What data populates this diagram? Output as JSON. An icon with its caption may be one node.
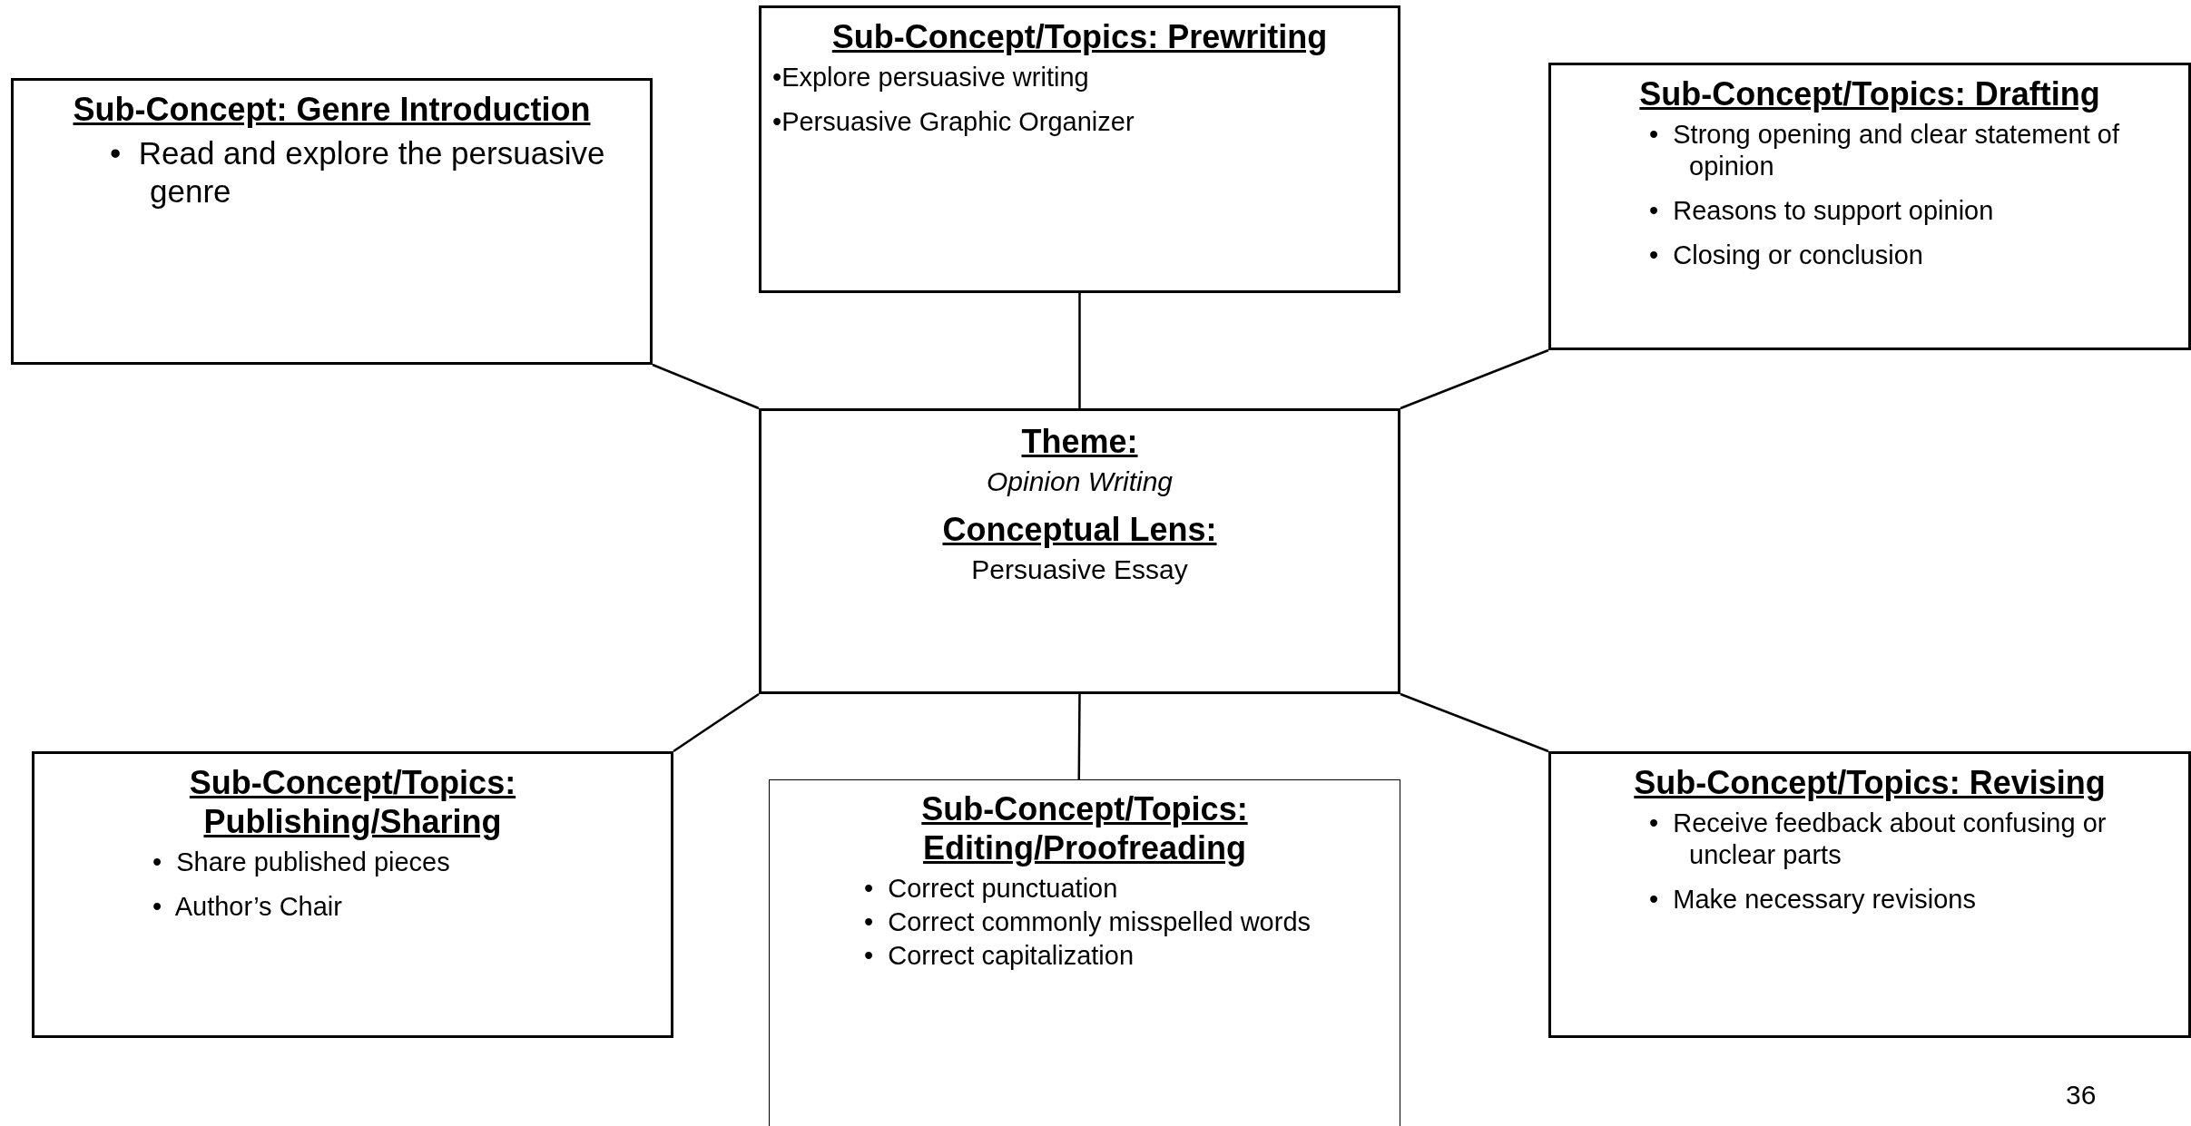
{
  "diagram": {
    "nodes": [
      {
        "text": [
          "Sub-Concept:  Genre Introduction",
          "•  Read and explore the persuasive genre"
        ]
      },
      {
        "text": [
          "Sub-Concept/Topics:  Prewriting",
          "•Explore persuasive writing",
          "•Persuasive Graphic Organizer"
        ]
      },
      {
        "text": [
          "Sub-Concept/Topics:  Drafting",
          "•  Strong opening and clear statement of opinion",
          "•  Reasons to support opinion",
          "•  Closing or conclusion"
        ]
      },
      {
        "text": [
          "Theme:",
          "Opinion Writing",
          "Conceptual Lens:",
          "Persuasive Essay"
        ]
      },
      {
        "text": [
          "Sub-Concept/Topics: Publishing/Sharing",
          "•  Share published pieces",
          "•  Author’s Chair"
        ]
      },
      {
        "text": [
          "Sub-Concept/Topics: Editing/Proofreading",
          "•  Correct punctuation",
          "•  Correct commonly misspelled words",
          "•  Correct capitalization"
        ]
      },
      {
        "text": [
          "Sub-Concept/Topics:  Revising",
          "•  Receive feedback about confusing or unclear parts",
          "•  Make necessary revisions"
        ]
      }
    ],
    "edges": [
      {
        "from": 3,
        "to": 0,
        "arrow": "none"
      },
      {
        "from": 3,
        "to": 1,
        "arrow": "none"
      },
      {
        "from": 3,
        "to": 2,
        "arrow": "none"
      },
      {
        "from": 3,
        "to": 4,
        "arrow": "none"
      },
      {
        "from": 3,
        "to": 5,
        "arrow": "none"
      },
      {
        "from": 3,
        "to": 6,
        "arrow": "none"
      }
    ],
    "labels": [
      "36"
    ]
  }
}
